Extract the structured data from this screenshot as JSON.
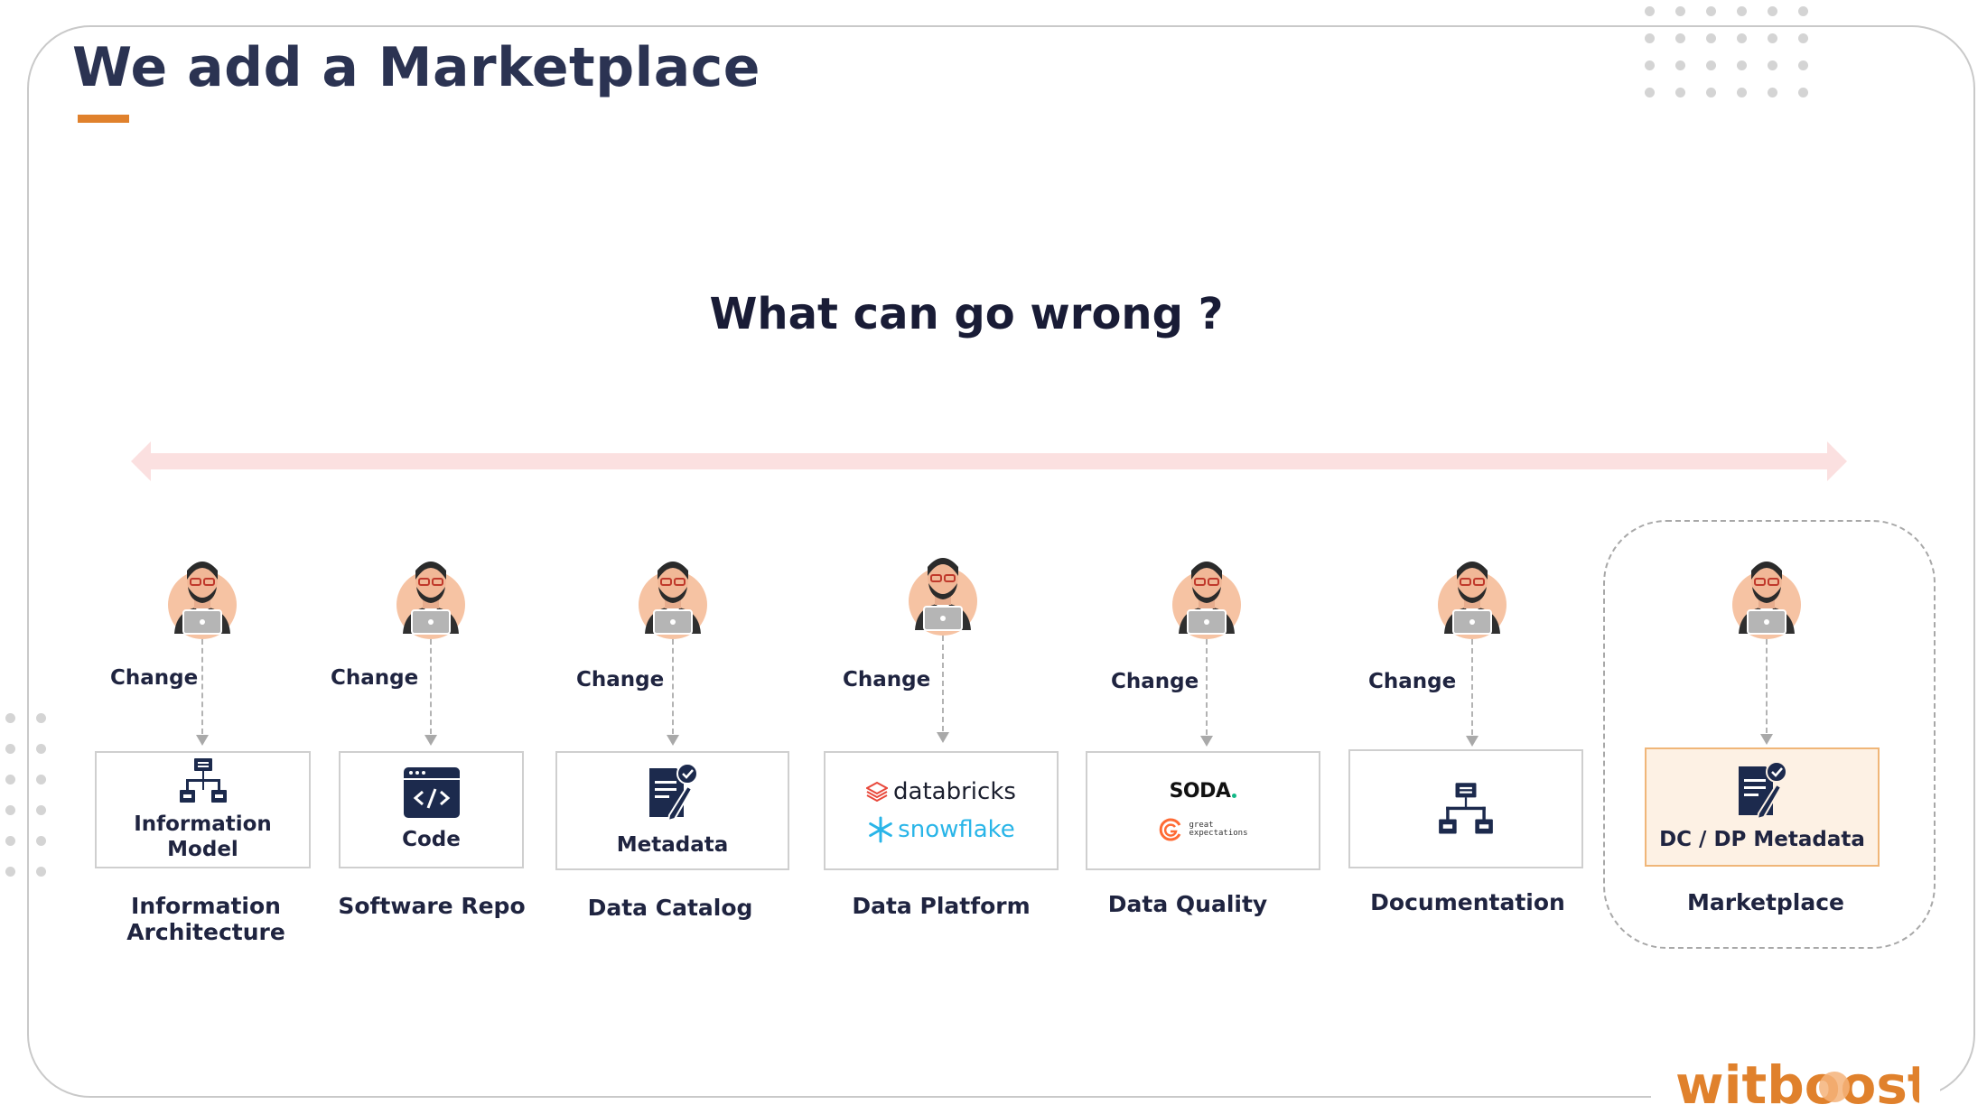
{
  "slide": {
    "title": "We add a Marketplace",
    "question": "What can go wrong ?",
    "brand": "witboost",
    "colors": {
      "accent": "#e0812c",
      "title": "#2b3352",
      "text": "#1f2440",
      "arrow_band": "#fbe0e0",
      "highlight_fill": "#fdf1e4",
      "highlight_border": "#f0b678"
    }
  },
  "columns": [
    {
      "change_label": "Change",
      "box_label": "Information\nModel",
      "caption": "Information\nArchitecture",
      "icon": "hierarchy-icon"
    },
    {
      "change_label": "Change",
      "box_label": "Code",
      "caption": "Software Repo",
      "icon": "code-window-icon"
    },
    {
      "change_label": "Change",
      "box_label": "Metadata",
      "caption": "Data Catalog",
      "icon": "document-check-icon"
    },
    {
      "change_label": "Change",
      "box_label": "",
      "caption": "Data Platform",
      "icon": "platform-logos",
      "logos": [
        "databricks",
        "snowflake"
      ]
    },
    {
      "change_label": "Change",
      "box_label": "",
      "caption": "Data Quality",
      "icon": "quality-logos",
      "logos": [
        "SODA",
        "great",
        "expectations"
      ]
    },
    {
      "change_label": "Change",
      "box_label": "",
      "caption": "Documentation",
      "icon": "hierarchy-icon"
    },
    {
      "change_label": "",
      "box_label": "DC / DP Metadata",
      "caption": "Marketplace",
      "icon": "document-check-icon"
    }
  ]
}
